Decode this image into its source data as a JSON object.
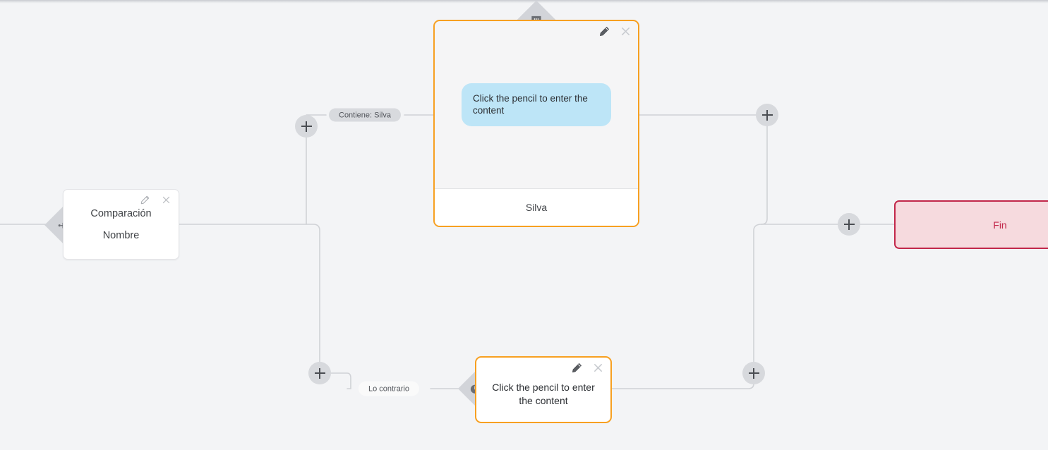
{
  "canvas": {
    "background": "#f3f4f6",
    "edge_color": "#d0d2d6",
    "accent_selected": "#f7a021",
    "accent_end": "#c2274a",
    "bubble_color": "#bde5f7"
  },
  "nodes": {
    "compare": {
      "title": "Comparación",
      "subtitle": "Nombre",
      "edit_icon": "pencil-icon",
      "close_icon": "close-icon",
      "handle_icon": "hierarchy-icon"
    },
    "message": {
      "bubble_text": "Click the pencil to enter the content",
      "footer_text": "Silva",
      "edit_icon": "pencil-icon",
      "close_icon": "close-icon",
      "handle_icon": "speech-bubble-icon"
    },
    "wait": {
      "text": "Click the pencil to enter the content",
      "edit_icon": "pencil-icon",
      "close_icon": "close-icon",
      "handle_icon": "clock-icon"
    },
    "end": {
      "label": "Fin"
    }
  },
  "edge_labels": [
    {
      "text": "Contiene: Silva",
      "style": "grey"
    },
    {
      "text": "Lo contrario",
      "style": "white"
    }
  ],
  "add_buttons": [
    {
      "name": "add-node-branch-true-left",
      "icon": "plus-icon"
    },
    {
      "name": "add-node-branch-false-left",
      "icon": "plus-icon"
    },
    {
      "name": "add-node-branch-true-right",
      "icon": "plus-icon"
    },
    {
      "name": "add-node-branch-false-right",
      "icon": "plus-icon"
    },
    {
      "name": "add-node-before-end",
      "icon": "plus-icon"
    }
  ]
}
